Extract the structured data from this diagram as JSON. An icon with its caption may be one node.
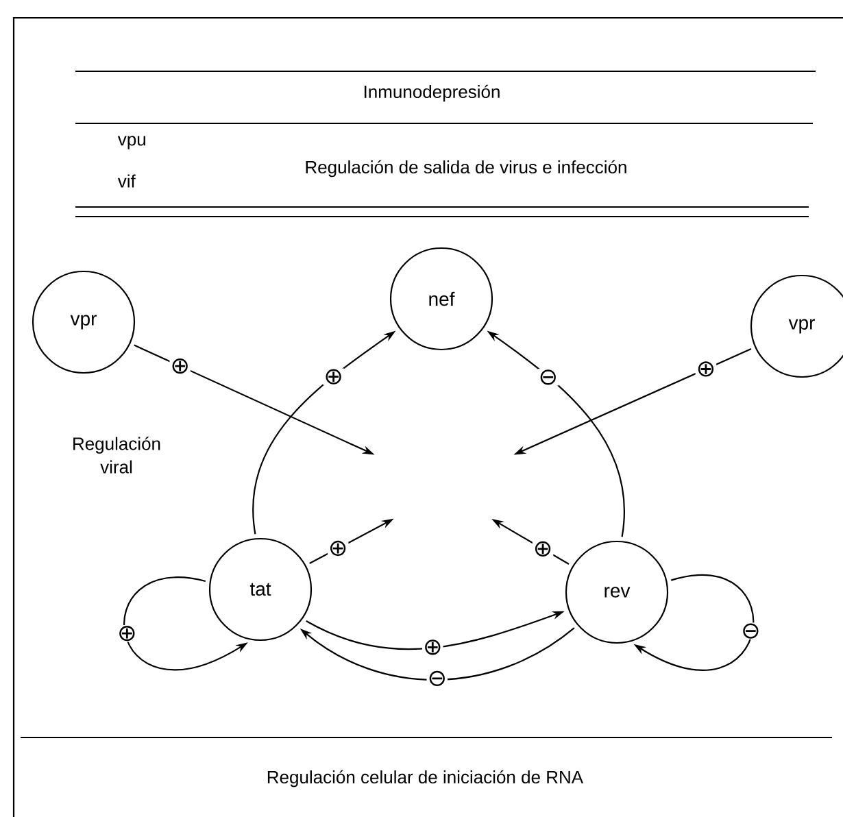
{
  "diagram": {
    "nodes": [
      {
        "text": [
          "vpr"
        ]
      },
      {
        "text": [
          "nef"
        ]
      },
      {
        "text": [
          "vpr"
        ]
      },
      {
        "text": [
          "tat"
        ]
      },
      {
        "text": [
          "rev"
        ]
      }
    ],
    "edges": [
      {
        "from": 0,
        "to": null,
        "arrow": "to",
        "label": "⊕"
      },
      {
        "from": 2,
        "to": null,
        "arrow": "to",
        "label": "⊕"
      },
      {
        "from": 3,
        "to": 1,
        "arrow": "to",
        "label": "⊕"
      },
      {
        "from": 4,
        "to": 1,
        "arrow": "to",
        "label": "⊖"
      },
      {
        "from": 3,
        "to": null,
        "arrow": "to",
        "label": "⊕"
      },
      {
        "from": 4,
        "to": null,
        "arrow": "to",
        "label": "⊕"
      },
      {
        "from": 3,
        "to": 4,
        "arrow": "to",
        "label": "⊕"
      },
      {
        "from": 4,
        "to": 3,
        "arrow": "to",
        "label": "⊖"
      },
      {
        "from": 3,
        "to": 3,
        "arrow": "to",
        "label": "⊕"
      },
      {
        "from": 4,
        "to": 4,
        "arrow": "to",
        "label": "⊖"
      }
    ],
    "labels": [
      "Inmunodepresión",
      "vpu",
      "vif",
      "Regulación de salida de virus e infección",
      "Regulación viral",
      "Regulación celular de iniciación de RNA"
    ]
  }
}
